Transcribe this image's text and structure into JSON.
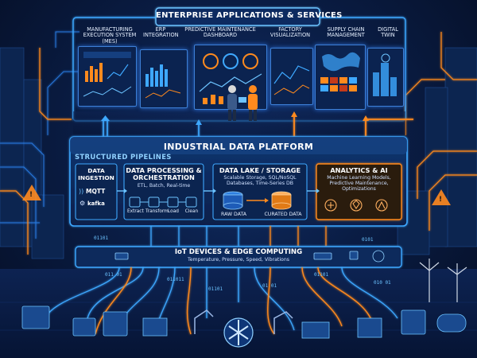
{
  "header": {
    "title": "ENTERPRISE APPLICATIONS & SERVICES"
  },
  "apps": [
    {
      "label": "MANUFACTURING EXECUTION SYSTEM (MES)"
    },
    {
      "label": "ERP INTEGRATION"
    },
    {
      "label": "PREDICTIVE MAINTENANCE DASHBOARD"
    },
    {
      "label": "FACTORY VISUALIZATION"
    },
    {
      "label": "SUPPLY CHAIN MANAGEMENT"
    },
    {
      "label": "DIGITAL TWIN"
    }
  ],
  "platform": {
    "title": "INDUSTRIAL DATA PLATFORM",
    "pipelines_label": "STRUCTURED PIPELINES"
  },
  "ingestion": {
    "title": "DATA INGESTION",
    "mqtt": "MQTT",
    "kafka": "kafka"
  },
  "processing": {
    "title": "DATA PROCESSING & ORCHESTRATION",
    "subtitle": "ETL, Batch, Real-time",
    "steps": [
      "Extract",
      "Transform",
      "Load",
      "Clean"
    ]
  },
  "lake": {
    "title": "DATA LAKE / STORAGE",
    "subtitle": "Scalable Storage, SQL/NoSQL Databases, Time-Series DB",
    "raw": "RAW DATA",
    "curated": "CURATED DATA"
  },
  "analytics": {
    "title": "ANALYTICS & AI",
    "subtitle": "Machine Learning Models, Predictive Maintenance, Optimizations"
  },
  "iot": {
    "title": "IoT DEVICES & EDGE COMPUTING",
    "subtitle": "Temperature, Pressure, Speed, Vibrations"
  },
  "binary": [
    "01101",
    "011 01",
    "011011",
    "01101",
    "0101",
    "010 01",
    "01101",
    "01 01"
  ],
  "colors": {
    "accent_blue": "#3ea8ff",
    "accent_orange": "#ff8a1e",
    "panel": "#0d2a5c"
  }
}
